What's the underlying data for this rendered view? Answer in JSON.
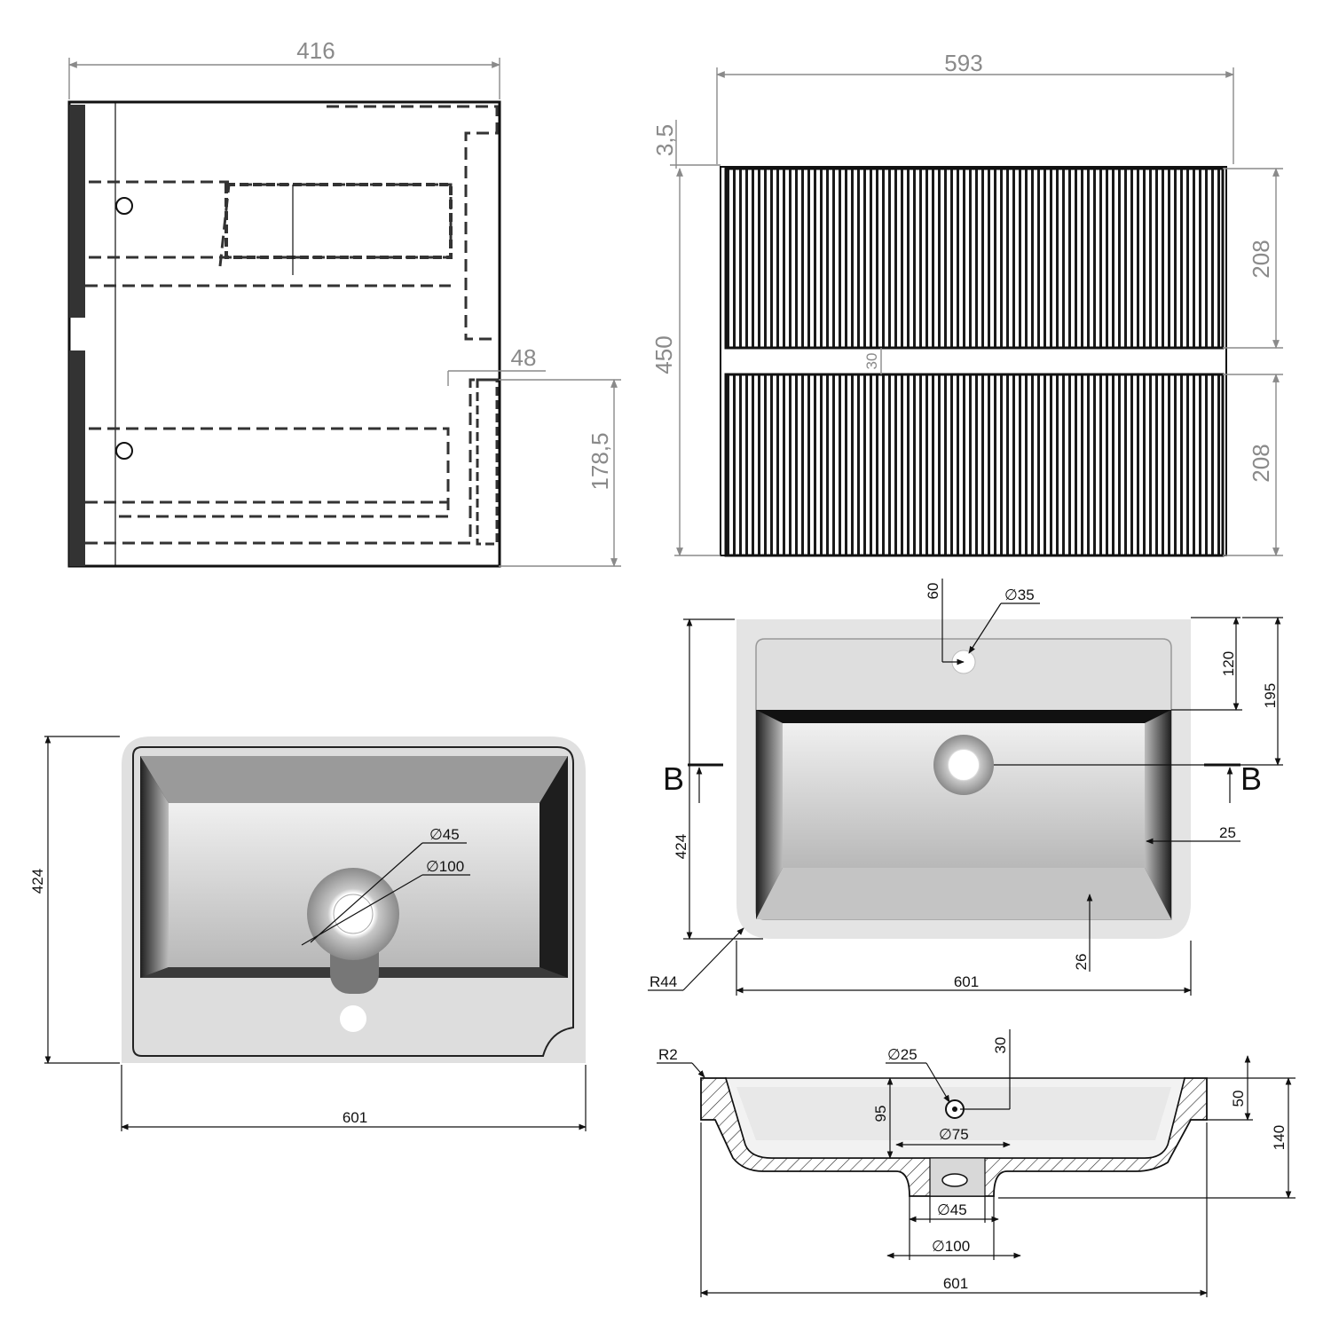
{
  "cabinet_side": {
    "width": "416",
    "step": "48",
    "height": "178,5"
  },
  "cabinet_front": {
    "width": "593",
    "top_gap": "3,5",
    "height": "450",
    "gap": "30",
    "drawer_top": "208",
    "drawer_bottom": "208"
  },
  "basin_top": {
    "depth": "424",
    "width": "601",
    "hole_small": "∅45",
    "hole_large": "∅100"
  },
  "basin_plan": {
    "tap_offset": "60",
    "tap_hole": "∅35",
    "tap_to_bowl": "120",
    "to_drain": "195",
    "depth": "424",
    "side_rim": "25",
    "front_rim": "26",
    "radius": "R44",
    "width": "601",
    "section_left": "B",
    "section_right": "B"
  },
  "basin_section": {
    "radius": "R2",
    "overflow_hole": "∅25",
    "overflow_height": "30",
    "bowl_depth": "95",
    "drain_top": "∅75",
    "drain_small": "∅45",
    "drain_large": "∅100",
    "rim": "50",
    "height": "140",
    "width": "601"
  },
  "colors": {
    "grey_dims": "#8a8a8a",
    "black_dims": "#111111",
    "basin_light": "#e2e2e2",
    "basin_dark": "#2a2a2a"
  }
}
